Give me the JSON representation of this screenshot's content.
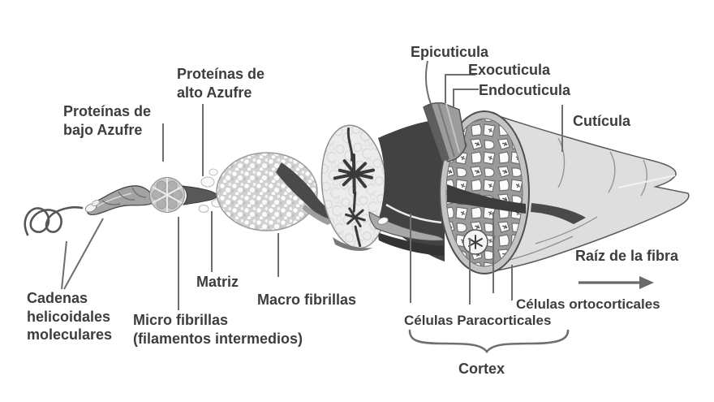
{
  "figure": {
    "kind": "scientific-diagram",
    "subject": "Estructura jerárquica de la fibra de lana/pelo (corte esquemático en escala de grises)"
  },
  "labels": {
    "proteinas_bajo_azufre": "Proteínas de\nbajo Azufre",
    "proteinas_alto_azufre": "Proteínas de\nalto Azufre",
    "cadenas_helicoidales": "Cadenas\nhelicoidales\nmoleculares",
    "micro_fibrillas": "Micro fibrillas\n(filamentos intermedios)",
    "matriz": "Matriz",
    "macro_fibrillas": "Macro fibrillas",
    "epicuticula": "Epicuticula",
    "exocuticula": "Exocuticula",
    "endocuticula": "Endocuticula",
    "cuticula": "Cutícula",
    "raiz_de_la_fibra": "Raíz de la fibra",
    "celulas_ortocorticales": "Células ortocorticales",
    "celulas_paracorticales": "Células Paracorticales",
    "cortex": "Cortex"
  },
  "icons": {
    "root_direction_arrow": "right-arrow",
    "cortex_brace": "curly-brace-down"
  },
  "colors": {
    "background": "#ffffff",
    "ink": "#3d3d3d",
    "leader_line": "#6e6e6e",
    "dark_fill": "#424242",
    "mid_gray": "#a6a6a6",
    "light_gray": "#dedede",
    "cell_white": "#fbfbfb"
  }
}
